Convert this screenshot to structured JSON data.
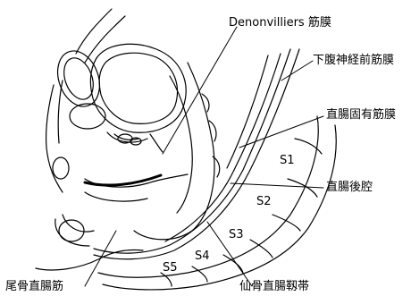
{
  "labels": {
    "denonvilliers": "Denonvilliers 筋膜",
    "hypogastric_prefascia": "下腹神経前筋膜",
    "fascia_propria": "直腸固有筋膜",
    "retrorectal_space": "直腸後腔",
    "rectococcygeus": "尾骨直腸筋",
    "rectosacral_ligament": "仙骨直腸靱帯"
  },
  "segments": {
    "s1": "S1",
    "s2": "S2",
    "s3": "S3",
    "s4": "S4",
    "s5": "S5"
  },
  "colors": {
    "ink": "#000000",
    "background": "#ffffff"
  }
}
